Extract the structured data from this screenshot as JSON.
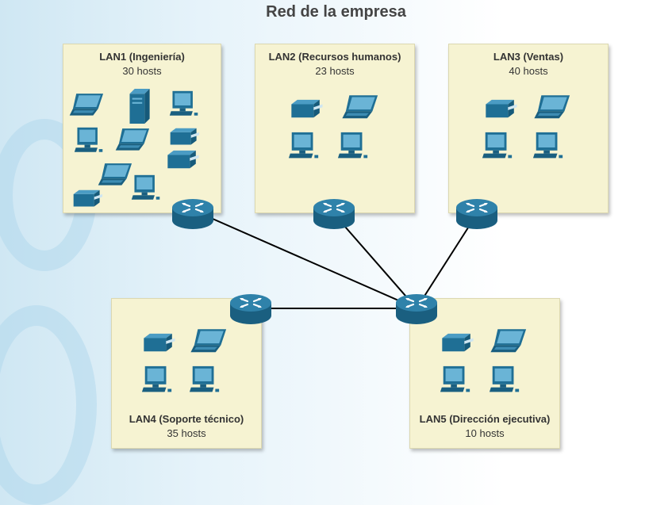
{
  "title": "Red de la empresa",
  "lans": [
    {
      "name": "LAN1 (Ingeniería)",
      "hosts": "30 hosts"
    },
    {
      "name": "LAN2 (Recursos humanos)",
      "hosts": "23 hosts"
    },
    {
      "name": "LAN3 (Ventas)",
      "hosts": "40 hosts"
    },
    {
      "name": "LAN4 (Soporte técnico)",
      "hosts": "35 hosts"
    },
    {
      "name": "LAN5 (Dirección ejecutiva)",
      "hosts": "10 hosts"
    }
  ],
  "colors": {
    "device": "#1f6f95",
    "device_light": "#5aa8cc",
    "panel": "#f6f3d2",
    "router": "#226f95",
    "link": "#000000"
  }
}
